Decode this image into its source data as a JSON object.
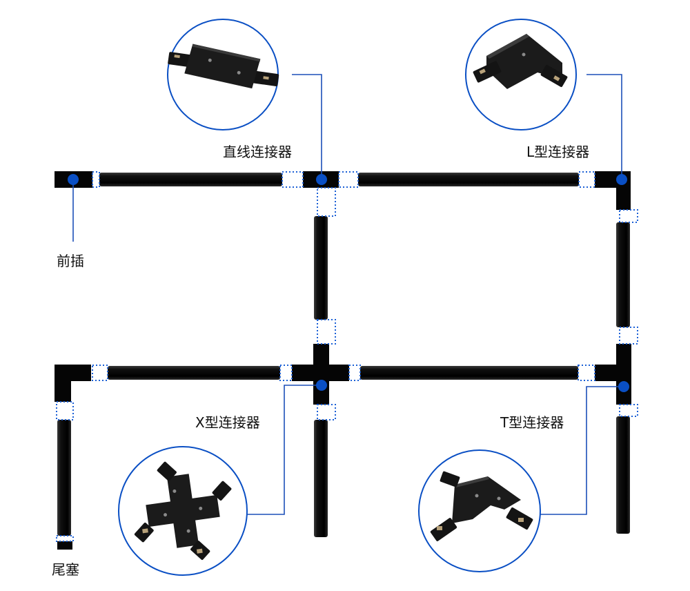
{
  "labels": {
    "front_plug": "前插",
    "straight_connector": "直线连接器",
    "l_connector": "L型连接器",
    "x_connector": "X型连接器",
    "t_connector": "T型连接器",
    "end_cap": "尾塞"
  },
  "colors": {
    "rail": "#0a0a0a",
    "accent": "#0a4fc4",
    "dots": "#1a5fd6",
    "callout_line": "#1c4fb8"
  }
}
